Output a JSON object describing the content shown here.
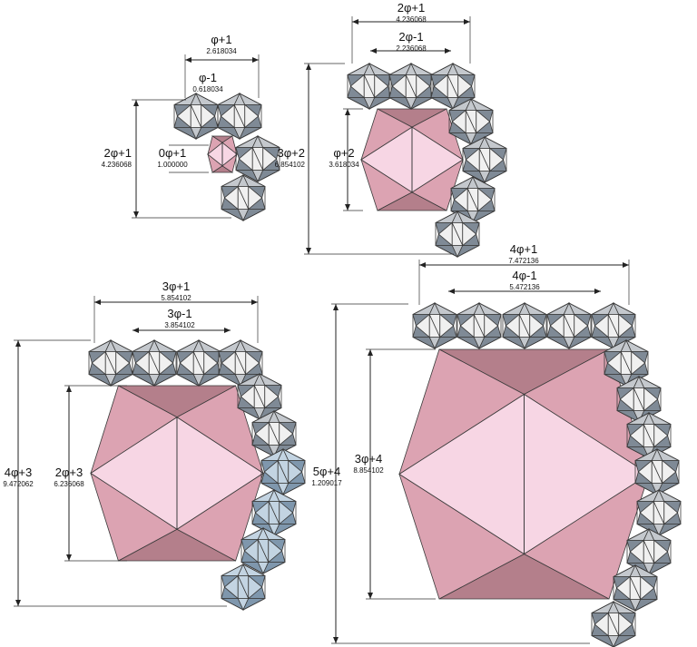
{
  "colors": {
    "pink_light": "#f7d6e4",
    "pink_mid": "#dca3b2",
    "pink_dark": "#b47f8b",
    "grey_dark": "#7f8a96",
    "grey_mid": "#c4c8cd",
    "grey_light": "#f0f0f0",
    "blue_dark": "#7f97ad",
    "blue_light": "#c3d4e2"
  },
  "figures": [
    {
      "dims": [
        {
          "main": "φ+1",
          "sub": "2.618034"
        },
        {
          "main": "φ-1",
          "sub": "0.618034"
        },
        {
          "main": "2φ+1",
          "sub": "4.236068"
        },
        {
          "main": "0φ+1",
          "sub": "1.000000"
        }
      ]
    },
    {
      "dims": [
        {
          "main": "2φ+1",
          "sub": "4.236068"
        },
        {
          "main": "2φ-1",
          "sub": "2.236068"
        },
        {
          "main": "3φ+2",
          "sub": "6.854102"
        },
        {
          "main": "φ+2",
          "sub": "3.618034"
        }
      ]
    },
    {
      "dims": [
        {
          "main": "3φ+1",
          "sub": "5.854102"
        },
        {
          "main": "3φ-1",
          "sub": "3.854102"
        },
        {
          "main": "4φ+3",
          "sub": "9.472062"
        },
        {
          "main": "2φ+3",
          "sub": "6.236068"
        }
      ]
    },
    {
      "dims": [
        {
          "main": "4φ+1",
          "sub": "7.472136"
        },
        {
          "main": "4φ-1",
          "sub": "5.472136"
        },
        {
          "main": "5φ+4",
          "sub": "1.209017"
        },
        {
          "main": "3φ+4",
          "sub": "8.854102"
        }
      ]
    }
  ]
}
